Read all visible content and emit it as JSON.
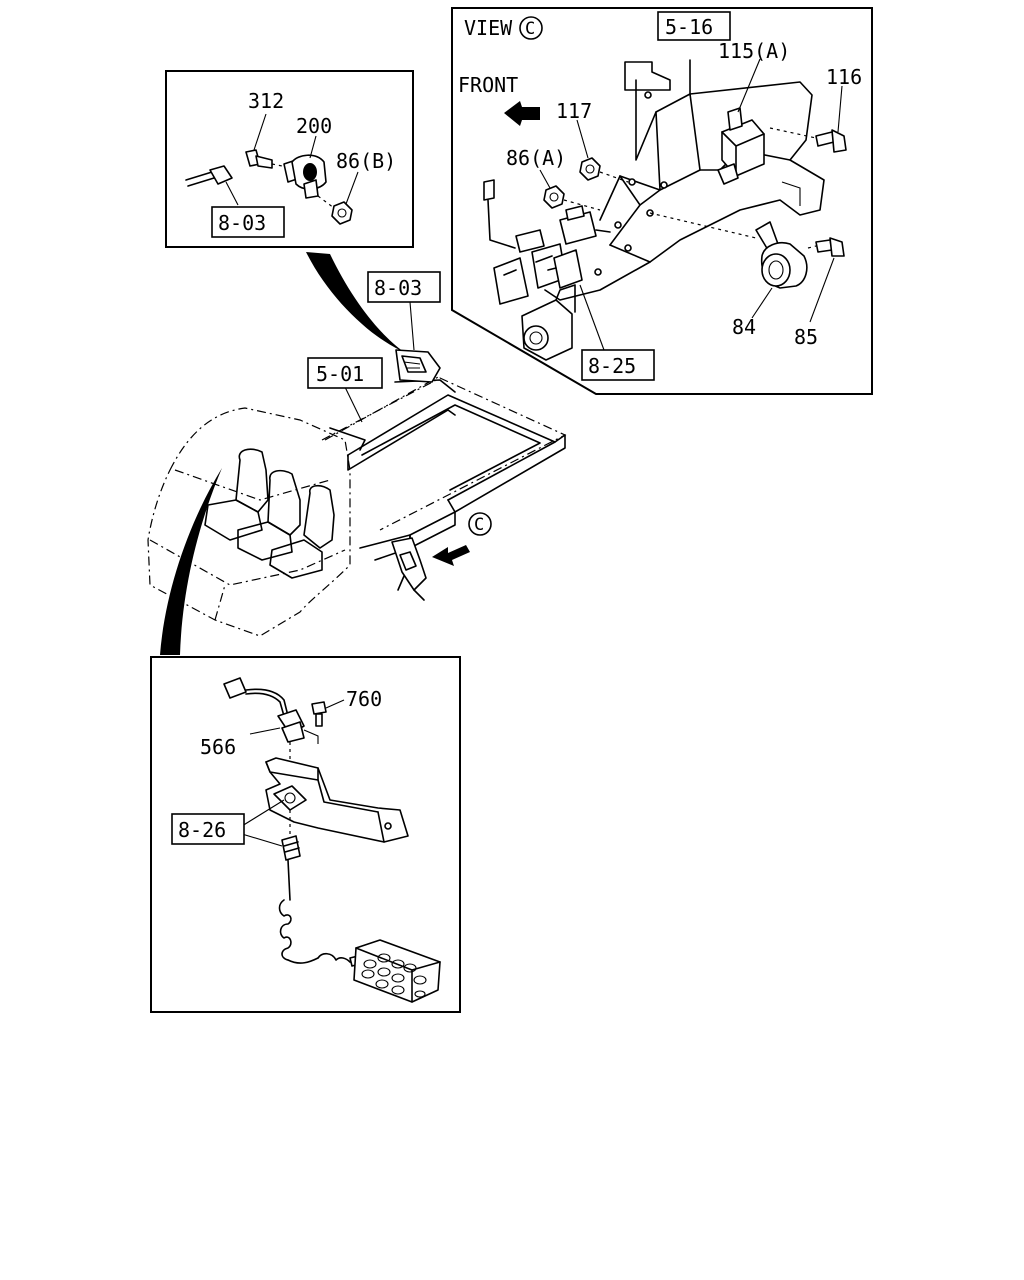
{
  "views": {
    "view_c_title": "VIEW",
    "view_c_symbol": "C",
    "front_label": "FRONT",
    "main_view_marker": "C"
  },
  "refs": {
    "r5_16": "5-16",
    "r8_03_top": "8-03",
    "r8_03_main": "8-03",
    "r5_01": "5-01",
    "r8_25": "8-25",
    "r8_26": "8-26"
  },
  "parts": {
    "p115a": "115(A)",
    "p116": "116",
    "p117": "117",
    "p86a": "86(A)",
    "p84": "84",
    "p85": "85",
    "p312": "312",
    "p200": "200",
    "p86b": "86(B)",
    "p760": "760",
    "p566": "566"
  }
}
